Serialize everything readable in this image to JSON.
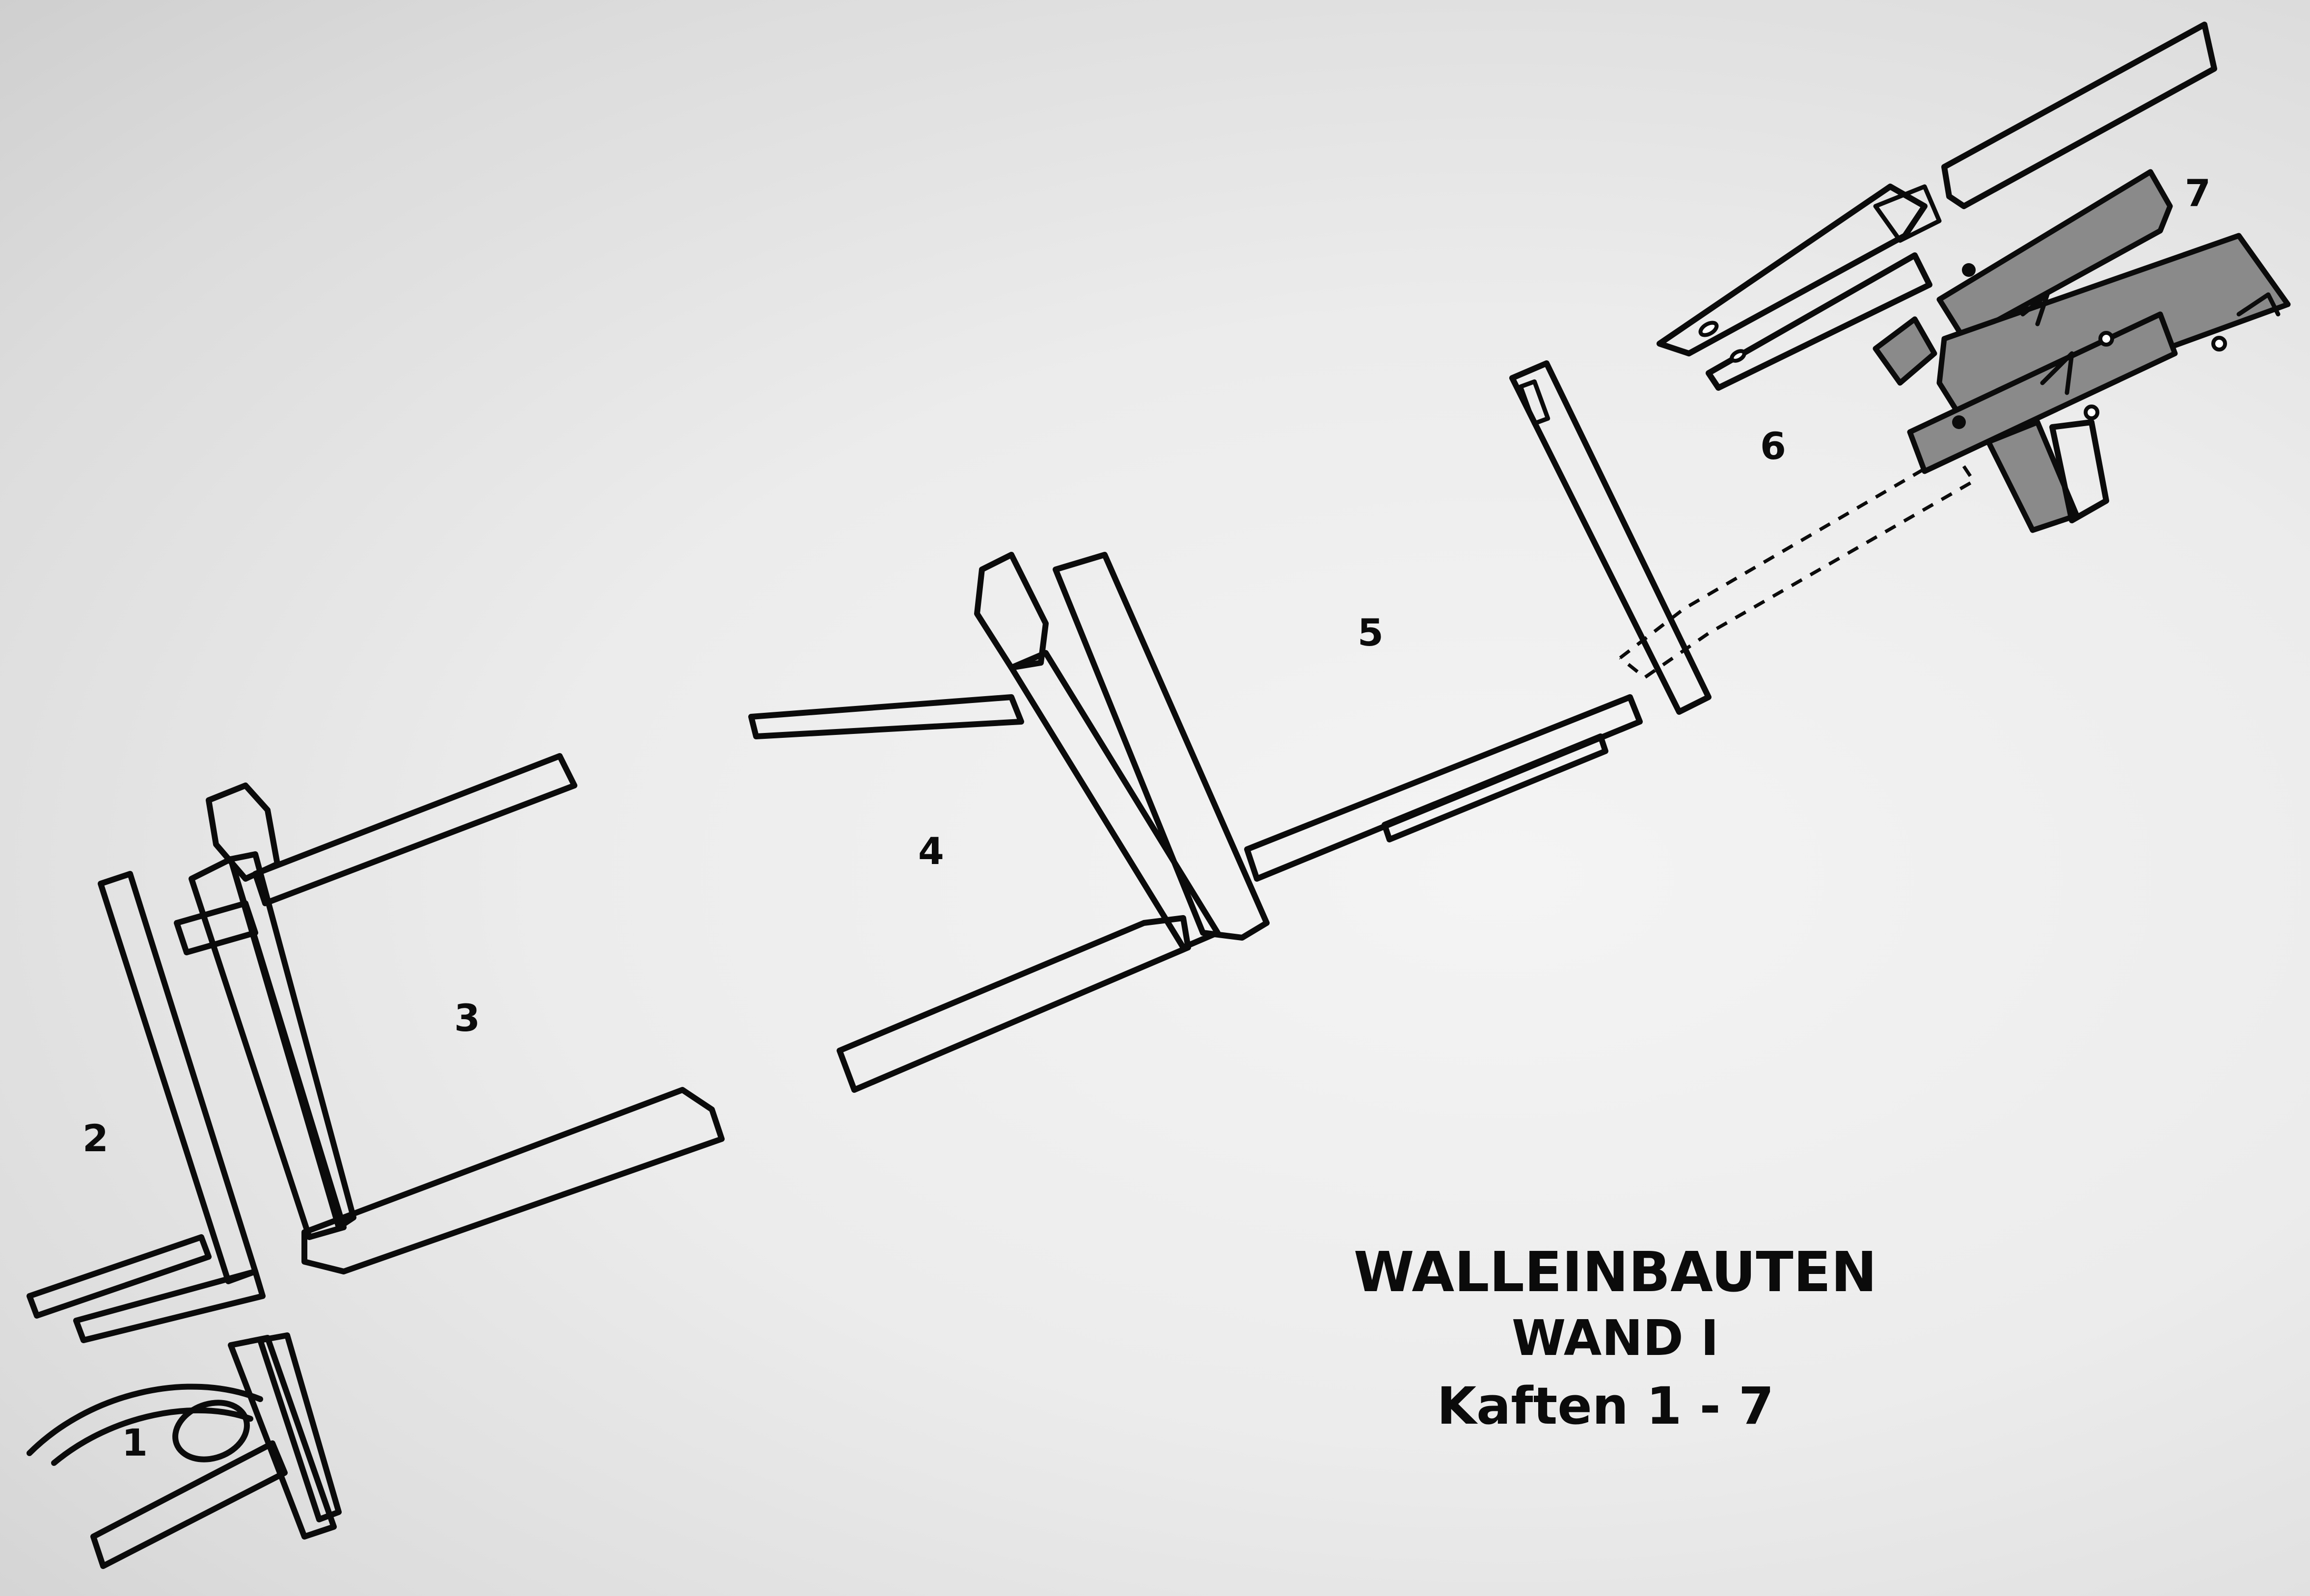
{
  "labels": {
    "k1": "1",
    "k2": "2",
    "k3": "3",
    "k4": "4",
    "k5": "5",
    "k6": "6",
    "k7": "7"
  },
  "title": {
    "line1": "WALLEINBAUTEN",
    "line2": "WAND I",
    "line3": "Kaften 1 - 7"
  },
  "colors": {
    "ink": "#0b0b0b",
    "paper": "#ececec",
    "shaded_timber": "#8a8a8a"
  }
}
